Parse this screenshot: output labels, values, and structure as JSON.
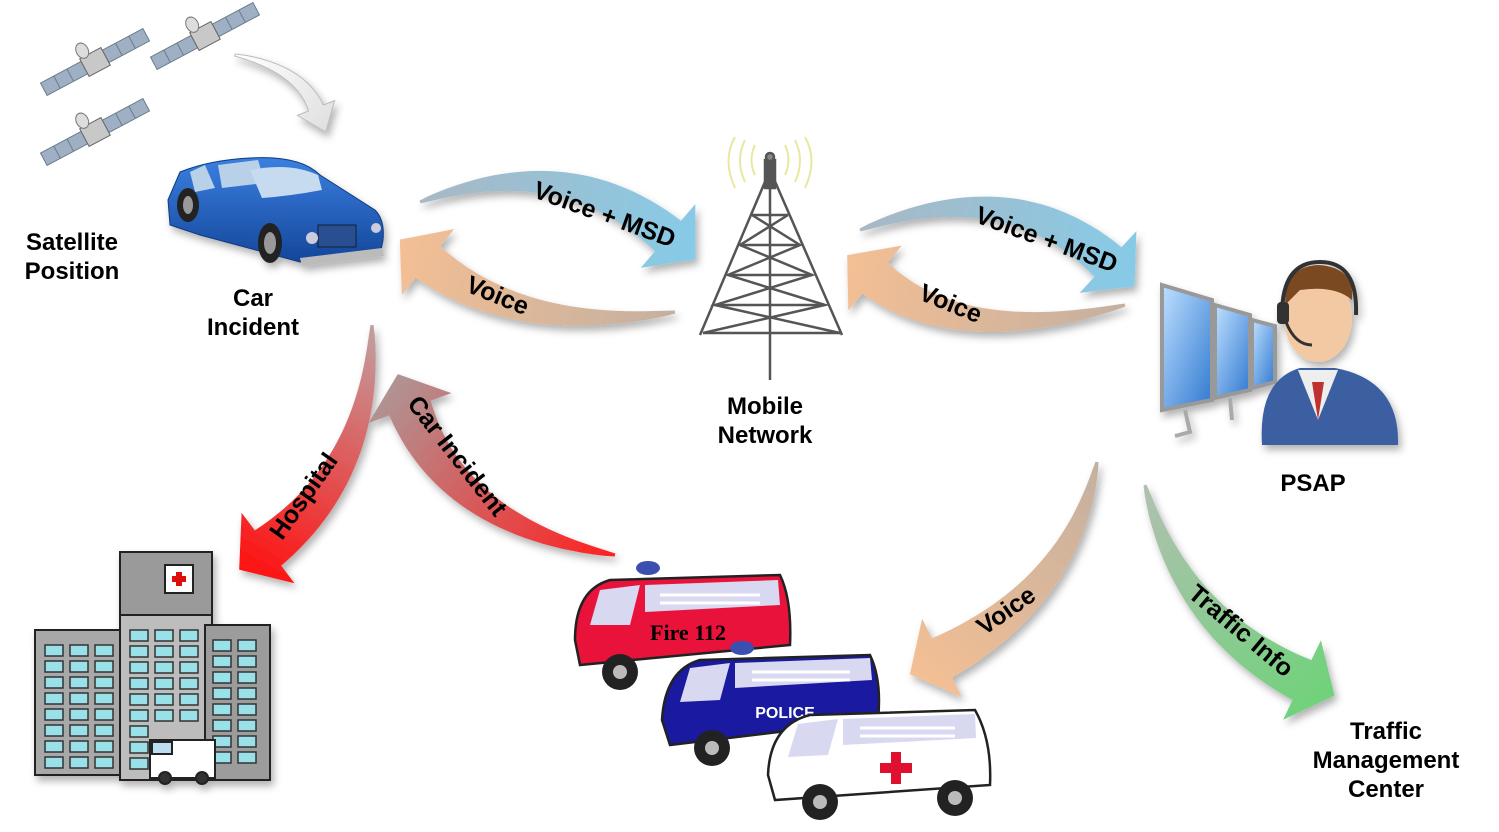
{
  "labels": {
    "satellite": [
      "Satellite",
      "Position"
    ],
    "car": [
      "Car",
      "Incident"
    ],
    "network": [
      "Mobile",
      "Network"
    ],
    "psap": "PSAP",
    "tmc": [
      "Traffic",
      "Management",
      "Center"
    ]
  },
  "arrows": {
    "car_to_network": "Voice + MSD",
    "network_to_car": "Voice",
    "network_to_psap": "Voice + MSD",
    "psap_to_network": "Voice",
    "car_to_hospital": "Hospital",
    "responders_to_car": "Car Incident",
    "psap_to_responders": "Voice",
    "psap_to_tmc": "Traffic Info"
  },
  "vehicles": {
    "fire": "Fire 112",
    "police": "POLICE"
  },
  "colors": {
    "blue_arrow": "#86cbe8",
    "orange_arrow": "#f4bf94",
    "red_arrow": "#ff1010",
    "green_arrow": "#6fd27a",
    "gray_arrow": "#e0e0e0",
    "car": "#1f5fc0",
    "fire_van": "#e8123a",
    "police_van": "#1a1aa0"
  }
}
